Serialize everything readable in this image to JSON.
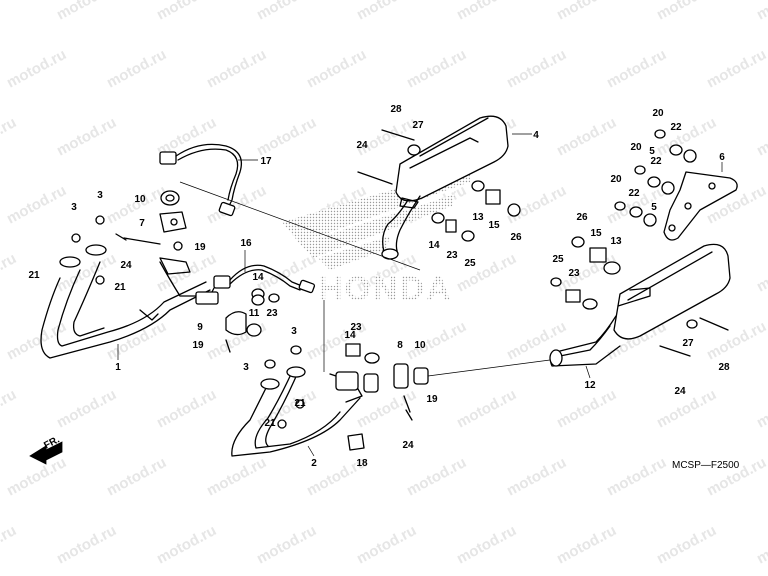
{
  "diagram": {
    "watermark_text": "motod.ru",
    "brand_text": "HONDA",
    "code": "MCSP—F2500",
    "direction_label": "FR.",
    "callouts": [
      {
        "n": "1"
      },
      {
        "n": "2"
      },
      {
        "n": "3"
      },
      {
        "n": "3"
      },
      {
        "n": "3"
      },
      {
        "n": "3"
      },
      {
        "n": "4"
      },
      {
        "n": "5"
      },
      {
        "n": "5"
      },
      {
        "n": "6"
      },
      {
        "n": "7"
      },
      {
        "n": "8"
      },
      {
        "n": "9"
      },
      {
        "n": "10"
      },
      {
        "n": "10"
      },
      {
        "n": "11"
      },
      {
        "n": "12"
      },
      {
        "n": "13"
      },
      {
        "n": "13"
      },
      {
        "n": "14"
      },
      {
        "n": "14"
      },
      {
        "n": "14"
      },
      {
        "n": "15"
      },
      {
        "n": "15"
      },
      {
        "n": "16"
      },
      {
        "n": "17"
      },
      {
        "n": "18"
      },
      {
        "n": "19"
      },
      {
        "n": "19"
      },
      {
        "n": "19"
      },
      {
        "n": "20"
      },
      {
        "n": "20"
      },
      {
        "n": "20"
      },
      {
        "n": "21"
      },
      {
        "n": "21"
      },
      {
        "n": "21"
      },
      {
        "n": "21"
      },
      {
        "n": "22"
      },
      {
        "n": "22"
      },
      {
        "n": "22"
      },
      {
        "n": "23"
      },
      {
        "n": "23"
      },
      {
        "n": "23"
      },
      {
        "n": "23"
      },
      {
        "n": "24"
      },
      {
        "n": "24"
      },
      {
        "n": "24"
      },
      {
        "n": "24"
      },
      {
        "n": "25"
      },
      {
        "n": "25"
      },
      {
        "n": "26"
      },
      {
        "n": "26"
      },
      {
        "n": "27"
      },
      {
        "n": "27"
      },
      {
        "n": "28"
      },
      {
        "n": "28"
      }
    ]
  }
}
